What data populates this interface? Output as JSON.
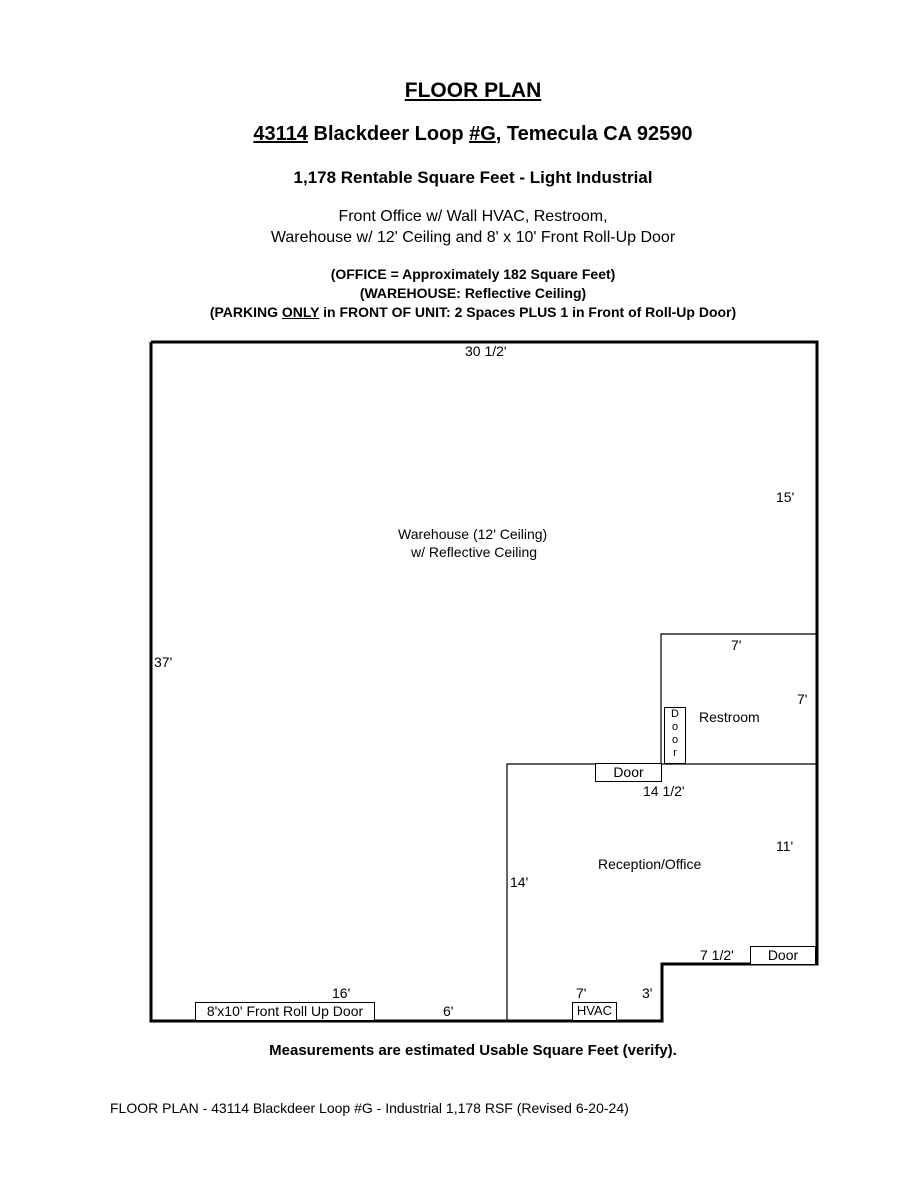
{
  "header": {
    "title": "FLOOR PLAN",
    "address_number": "43114",
    "address_middle": " Blackdeer Loop ",
    "address_unit": "#G",
    "address_rest": ", Temecula CA 92590",
    "subtitle": "1,178 Rentable Square Feet - Light Industrial",
    "description_line1": "Front Office w/ Wall HVAC, Restroom,",
    "description_line2": "Warehouse w/ 12' Ceiling and 8' x 10' Front Roll-Up Door",
    "note_office": "(OFFICE = Approximately 182 Square Feet)",
    "note_warehouse": "(WAREHOUSE:  Reflective Ceiling)",
    "note_parking_pre": "(PARKING ",
    "note_parking_only": "ONLY",
    "note_parking_post": " in FRONT OF UNIT: 2 Spaces PLUS 1 in Front of Roll-Up Door)"
  },
  "plan": {
    "warehouse_label_1": "Warehouse (12' Ceiling)",
    "warehouse_label_2": "w/ Reflective Ceiling",
    "restroom_label": "Restroom",
    "reception_label": "Reception/Office",
    "dimensions": {
      "top_width": "30 1/2'",
      "right_upper": "15'",
      "left_height": "37'",
      "restroom_width": "7'",
      "restroom_height": "7'",
      "office_width": "14 1/2'",
      "office_right": "11'",
      "office_left": "14'",
      "step_width": "7 1/2'",
      "front_roll_up": "16'",
      "front_between": "6'",
      "front_hvac": "7'",
      "front_step": "3'"
    },
    "doors": {
      "restroom_door_vertical": [
        "D",
        "o",
        "o",
        "r"
      ],
      "office_door": "Door",
      "front_side_door": "Door",
      "roll_up_door": "8'x10' Front Roll Up Door",
      "hvac": "HVAC"
    }
  },
  "footer": {
    "measurement_note": "Measurements are estimated Usable Square Feet (verify).",
    "caption": "FLOOR PLAN - 43114 Blackdeer Loop #G - Industrial 1,178 RSF (Revised 6-20-24)"
  }
}
